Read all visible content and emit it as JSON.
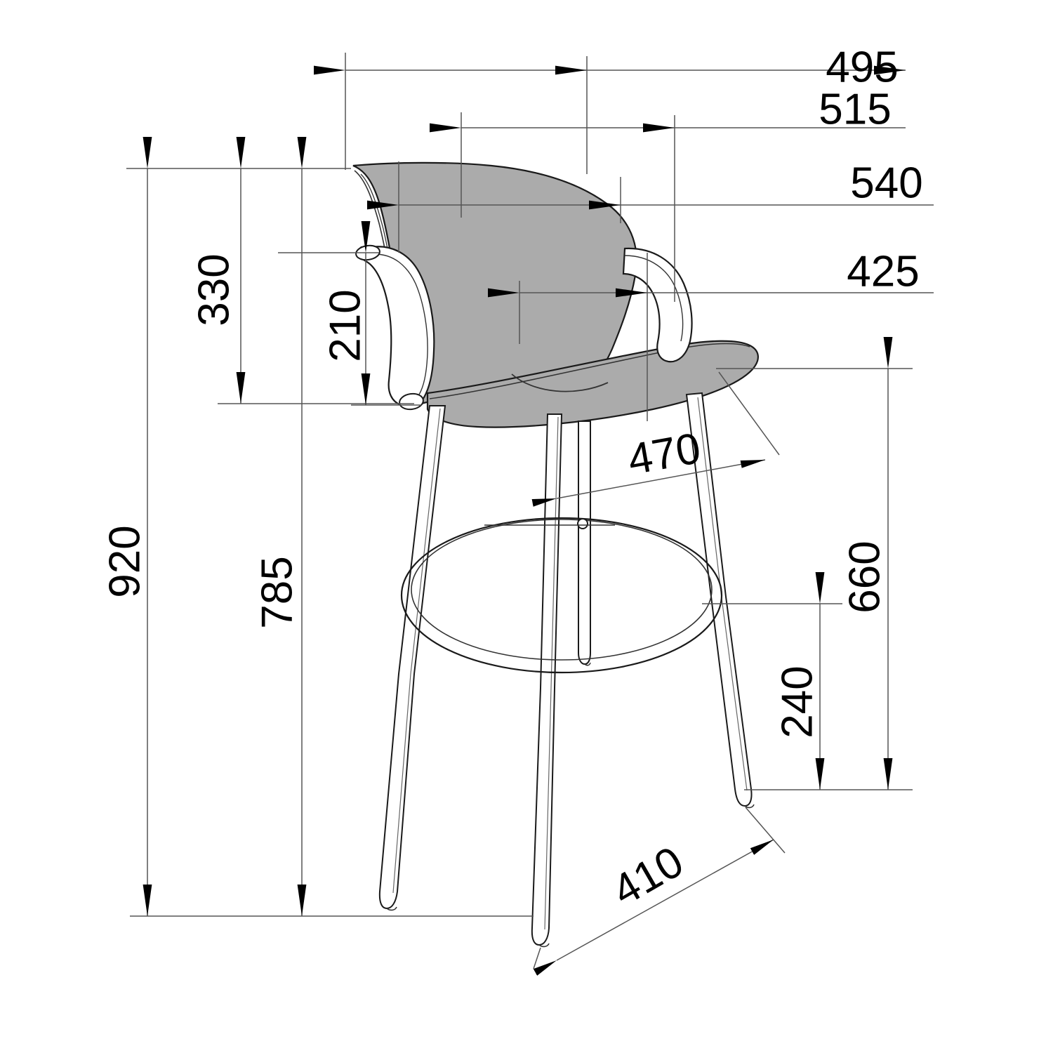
{
  "drawing": {
    "title": "Bar stool technical dimension drawing",
    "units": "mm",
    "background_color": "#ffffff",
    "line_color": "#000000",
    "upholstery_fill": "#ababab",
    "frame_fill": "#ffffff"
  },
  "dimensions": {
    "overall_height": "920",
    "back_top_height": "785",
    "back_height": "330",
    "armrest_height": "210",
    "overall_width": "495",
    "back_width_outer": "515",
    "back_width": "540",
    "seat_width": "425",
    "seat_depth": "470",
    "seat_height": "660",
    "footring_height": "240",
    "leg_spread": "410"
  },
  "labels": [
    {
      "id": "d-495",
      "value": "495"
    },
    {
      "id": "d-515",
      "value": "515"
    },
    {
      "id": "d-540",
      "value": "540"
    },
    {
      "id": "d-425",
      "value": "425"
    },
    {
      "id": "d-330",
      "value": "330"
    },
    {
      "id": "d-210",
      "value": "210"
    },
    {
      "id": "d-920",
      "value": "920"
    },
    {
      "id": "d-785",
      "value": "785"
    },
    {
      "id": "d-470",
      "value": "470"
    },
    {
      "id": "d-660",
      "value": "660"
    },
    {
      "id": "d-240",
      "value": "240"
    },
    {
      "id": "d-410",
      "value": "410"
    }
  ],
  "parts": {
    "backrest": "backrest",
    "armrest": "armrest",
    "seat": "seat",
    "front_leg": "front-leg",
    "rear_leg": "rear-leg",
    "footring": "footring",
    "ground_line": "ground-line"
  }
}
